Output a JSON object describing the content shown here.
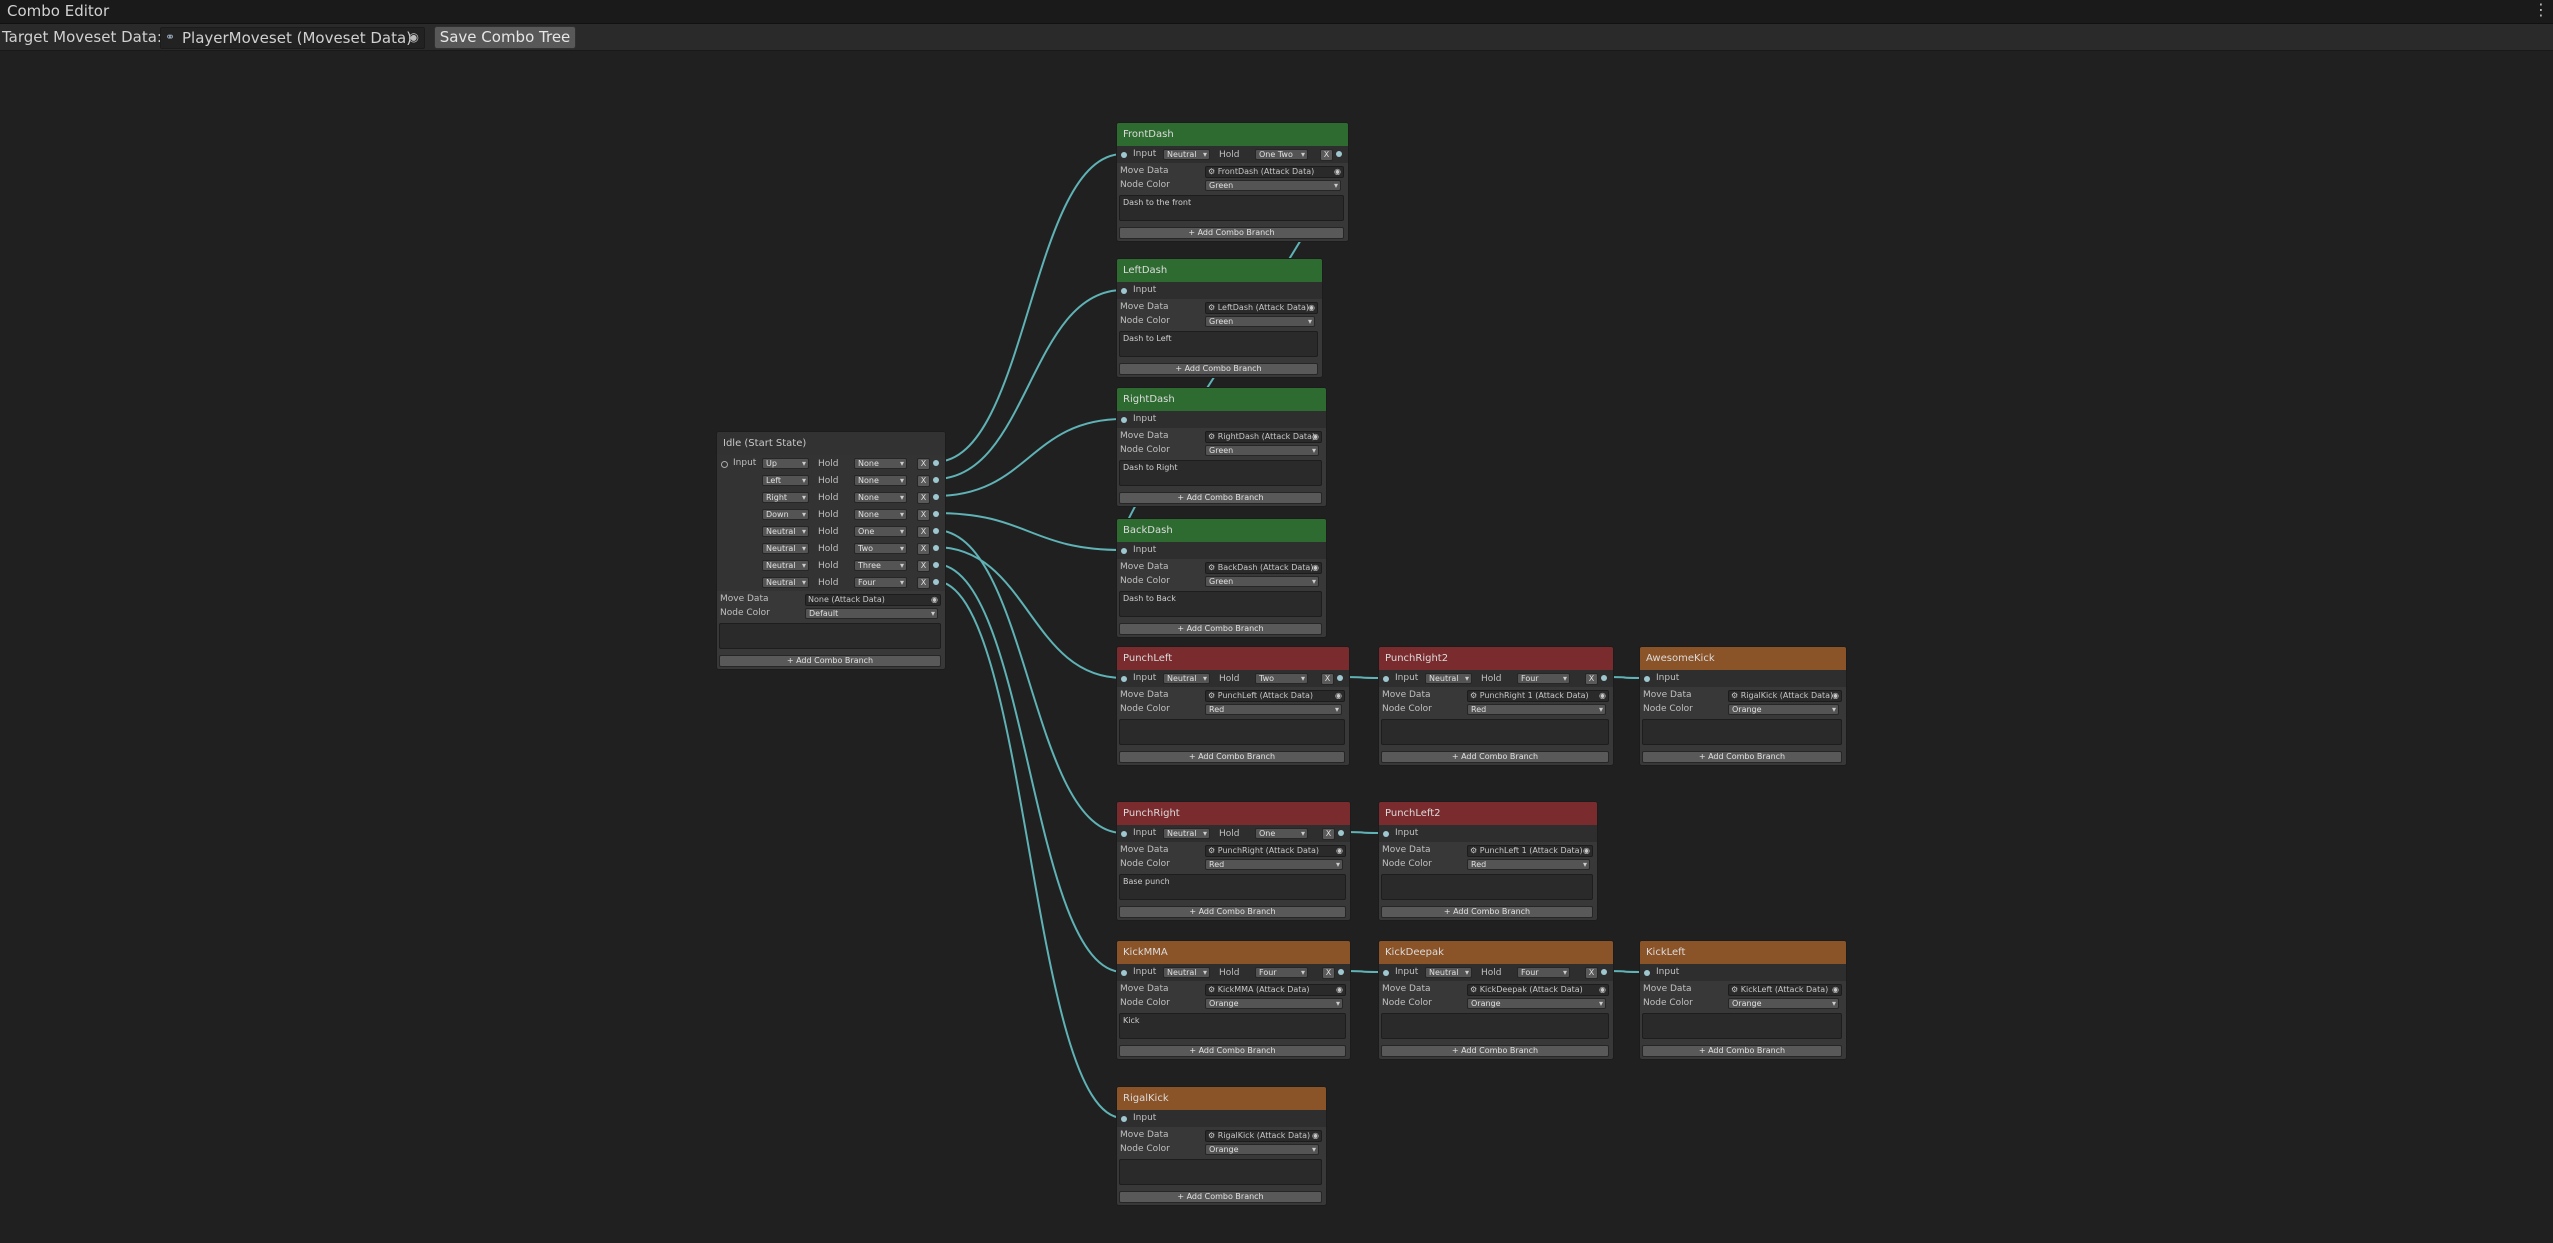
{
  "window": {
    "title": "Combo Editor",
    "menu_icon": "kebab-menu-icon"
  },
  "toolbar": {
    "target_label": "Target Moveset Data:",
    "target_value": "PlayerMoveset (Moveset Data)",
    "save_label": "Save Combo Tree"
  },
  "labels": {
    "input": "Input",
    "hold": "Hold",
    "move_data": "Move Data",
    "node_color": "Node Color",
    "add_branch": "+ Add Combo Branch",
    "remove": "X"
  },
  "colors": {
    "green": "#2e6b31",
    "red": "#7a2b2e",
    "orange": "#8a5328",
    "wire": "#5fb2b5",
    "background": "#202020"
  },
  "start": {
    "title": "Idle (Start State)",
    "branches": [
      {
        "dir": "Up",
        "hold": "None"
      },
      {
        "dir": "Left",
        "hold": "None"
      },
      {
        "dir": "Right",
        "hold": "None"
      },
      {
        "dir": "Down",
        "hold": "None"
      },
      {
        "dir": "Neutral",
        "hold": "One"
      },
      {
        "dir": "Neutral",
        "hold": "Two"
      },
      {
        "dir": "Neutral",
        "hold": "Three"
      },
      {
        "dir": "Neutral",
        "hold": "Four"
      }
    ],
    "move": "None (Attack Data)",
    "color": "Default",
    "description": ""
  },
  "nodes": [
    {
      "id": "frontdash",
      "title": "FrontDash",
      "color": "green",
      "move": "FrontDash (Attack Data)",
      "color_value": "Green",
      "description": "Dash to the front",
      "branches": [
        {
          "dir": "Neutral",
          "hold": "One Two"
        }
      ]
    },
    {
      "id": "leftdash",
      "title": "LeftDash",
      "color": "green",
      "move": "LeftDash (Attack Data)",
      "color_value": "Green",
      "description": "Dash to Left",
      "branches": []
    },
    {
      "id": "rightdash",
      "title": "RightDash",
      "color": "green",
      "move": "RightDash (Attack Data)",
      "color_value": "Green",
      "description": "Dash to Right",
      "branches": []
    },
    {
      "id": "backdash",
      "title": "BackDash",
      "color": "green",
      "move": "BackDash (Attack Data)",
      "color_value": "Green",
      "description": "Dash to Back",
      "branches": []
    },
    {
      "id": "punchleft",
      "title": "PunchLeft",
      "color": "red",
      "move": "PunchLeft (Attack Data)",
      "color_value": "Red",
      "description": "",
      "branches": [
        {
          "dir": "Neutral",
          "hold": "Two"
        }
      ]
    },
    {
      "id": "punchright2",
      "title": "PunchRight2",
      "color": "red",
      "move": "PunchRight 1 (Attack Data)",
      "color_value": "Red",
      "description": "",
      "branches": [
        {
          "dir": "Neutral",
          "hold": "Four"
        }
      ]
    },
    {
      "id": "awesomekick",
      "title": "AwesomeKick",
      "color": "orange",
      "move": "RigalKick (Attack Data)",
      "color_value": "Orange",
      "description": "",
      "branches": []
    },
    {
      "id": "punchright",
      "title": "PunchRight",
      "color": "red",
      "move": "PunchRight (Attack Data)",
      "color_value": "Red",
      "description": "Base punch",
      "branches": [
        {
          "dir": "Neutral",
          "hold": "One"
        }
      ]
    },
    {
      "id": "punchleft2",
      "title": "PunchLeft2",
      "color": "red",
      "move": "PunchLeft 1 (Attack Data)",
      "color_value": "Red",
      "description": "",
      "branches": []
    },
    {
      "id": "kickmma",
      "title": "KickMMA",
      "color": "orange",
      "move": "KickMMA (Attack Data)",
      "color_value": "Orange",
      "description": "Kick",
      "branches": [
        {
          "dir": "Neutral",
          "hold": "Four"
        }
      ]
    },
    {
      "id": "kickdeepak",
      "title": "KickDeepak",
      "color": "orange",
      "move": "KickDeepak (Attack Data)",
      "color_value": "Orange",
      "description": "",
      "branches": [
        {
          "dir": "Neutral",
          "hold": "Four"
        }
      ]
    },
    {
      "id": "kickleft",
      "title": "KickLeft",
      "color": "orange",
      "move": "KickLeft (Attack Data)",
      "color_value": "Orange",
      "description": "",
      "branches": []
    },
    {
      "id": "rigalkick",
      "title": "RigalKick",
      "color": "orange",
      "move": "RigalKick (Attack Data)",
      "color_value": "Orange",
      "description": "",
      "branches": []
    }
  ],
  "connections": [
    {
      "from": "start",
      "branch": 0,
      "to": "frontdash"
    },
    {
      "from": "start",
      "branch": 1,
      "to": "leftdash"
    },
    {
      "from": "start",
      "branch": 2,
      "to": "rightdash"
    },
    {
      "from": "start",
      "branch": 3,
      "to": "backdash"
    },
    {
      "from": "start",
      "branch": 4,
      "to": "punchright"
    },
    {
      "from": "start",
      "branch": 5,
      "to": "punchleft"
    },
    {
      "from": "start",
      "branch": 6,
      "to": "kickmma"
    },
    {
      "from": "start",
      "branch": 7,
      "to": "rigalkick"
    },
    {
      "from": "frontdash",
      "branch": 0,
      "to": "backdash"
    },
    {
      "from": "punchleft",
      "branch": 0,
      "to": "punchright2"
    },
    {
      "from": "punchright2",
      "branch": 0,
      "to": "awesomekick"
    },
    {
      "from": "punchright",
      "branch": 0,
      "to": "punchleft2"
    },
    {
      "from": "kickmma",
      "branch": 0,
      "to": "kickdeepak"
    },
    {
      "from": "kickdeepak",
      "branch": 0,
      "to": "kickleft"
    }
  ]
}
